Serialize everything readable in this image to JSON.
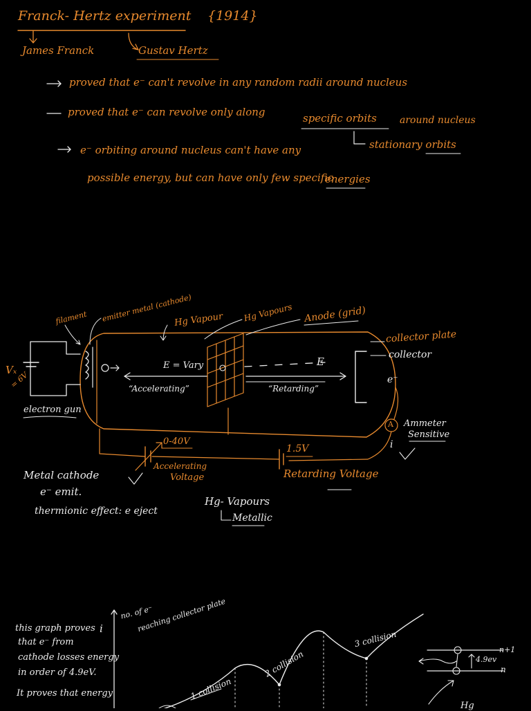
{
  "header": {
    "title": "Franck- Hertz experiment",
    "year": "{1914}",
    "scientist_1": "James Franck",
    "scientist_2": "Gustav Hertz"
  },
  "points": [
    {
      "text": "proved that e⁻ can't revolve in any random radii around nucleus"
    },
    {
      "text": "proved that e⁻ can revolve only along"
    },
    {
      "text": "e⁻ orbiting around nucleus can't have any"
    }
  ],
  "point2_extra": {
    "specific": "specific orbits",
    "rest": "around nucleus",
    "sub": "stationary orbits"
  },
  "point3_line2": {
    "a": "possible energy, but can have only few specific",
    "b": "energies"
  },
  "diagram": {
    "filament": "filament",
    "emitter": "emitter metal (cathode)",
    "hg_vapour_1": "Hg Vapour",
    "hg_vapour_2": "Hg Vapours",
    "anode": "Anode (grid)",
    "collector_plate": "collector plate",
    "collector": "collector",
    "vf": "Vₓ",
    "vf_value": "= 6V",
    "field_label": "E = Vary",
    "accelerating": "“Accelerating”",
    "field_e": "E",
    "retarding": "“Retarding”",
    "electron_out": "e⁻",
    "electron_gun": "electron gun",
    "ammeter_symbol": "A",
    "ammeter": "Ammeter",
    "sensitive": "Sensitive",
    "current": "i",
    "acc_value": "0-40V",
    "acc_label_1": "Accelerating",
    "acc_label_2": "Voltage",
    "ret_value": "1.5V",
    "ret_label": "Retarding Voltage"
  },
  "notes": {
    "metal_cathode": "Metal cathode",
    "emit": "e⁻ emit.",
    "thermionic": "thermionic effect: e eject",
    "hg": "Hg- Vapours",
    "metallic": "Metallic"
  },
  "graph": {
    "ylabel_1": "no. of e⁻",
    "ylabel_2": "reaching collector plate",
    "axis_i": "i",
    "collision_1": "1 collision",
    "collision_2": "2 collision",
    "collision_3": "3 collision",
    "desc": [
      "this graph proves",
      "that e⁻ from",
      "cathode losses energy",
      "in order of 4.9eV.",
      "It proves that energy"
    ],
    "level_top": "n+1",
    "level_bottom": "n",
    "gap": "4.9ev",
    "hg_bottom": "Hg"
  },
  "colors": {
    "ink_orange": "#e88a2e",
    "ink_white": "#ececec",
    "background": "#000000"
  }
}
